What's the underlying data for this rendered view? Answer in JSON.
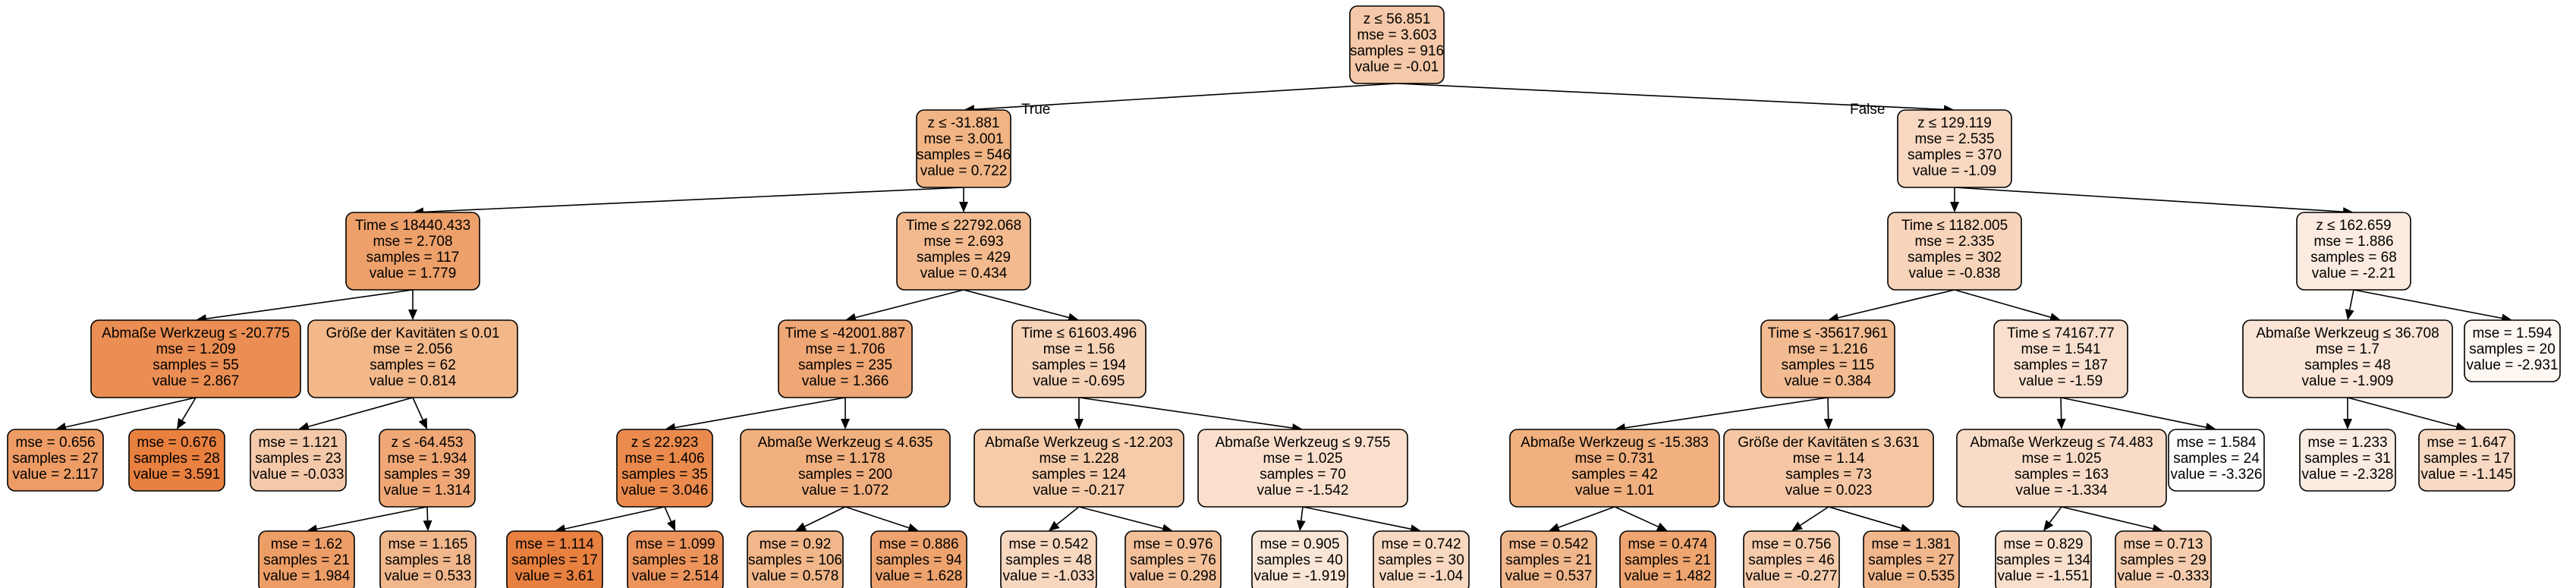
{
  "diagram": {
    "type": "regression-tree",
    "edge_labels": {
      "left": "True",
      "right": "False"
    },
    "nodes": [
      {
        "id": 0,
        "lines": [
          "z ≤ 56.851",
          "mse = 3.603",
          "samples = 916",
          "value = -0.01"
        ],
        "value": -0.01,
        "color": "#f4c8a8"
      },
      {
        "id": 1,
        "lines": [
          "z ≤ -31.881",
          "mse = 3.001",
          "samples = 546",
          "value = 0.722"
        ],
        "value": 0.722,
        "color": "#f1b585"
      },
      {
        "id": 2,
        "lines": [
          "Time ≤ 18440.433",
          "mse = 2.708",
          "samples = 117",
          "value = 1.779"
        ],
        "value": 1.779,
        "color": "#eda06a"
      },
      {
        "id": 3,
        "lines": [
          "Abmaße Werkzeug ≤ -20.775",
          "mse = 1.209",
          "samples = 55",
          "value = 2.867"
        ],
        "value": 2.867,
        "color": "#eb8e53"
      },
      {
        "id": 4,
        "lines": [
          "mse = 0.656",
          "samples = 27",
          "value = 2.117"
        ],
        "value": 2.117,
        "color": "#ee9c65"
      },
      {
        "id": 5,
        "lines": [
          "mse = 0.676",
          "samples = 28",
          "value = 3.591"
        ],
        "value": 3.591,
        "color": "#e88040"
      },
      {
        "id": 6,
        "lines": [
          "Größe der Kavitäten ≤ 0.01",
          "mse = 2.056",
          "samples = 62",
          "value = 0.814"
        ],
        "value": 0.814,
        "color": "#f2b88a"
      },
      {
        "id": 7,
        "lines": [
          "mse = 1.121",
          "samples = 23",
          "value = -0.033"
        ],
        "value": -0.033,
        "color": "#f4c9a9"
      },
      {
        "id": 8,
        "lines": [
          "z ≤ -64.453",
          "mse = 1.934",
          "samples = 39",
          "value = 1.314"
        ],
        "value": 1.314,
        "color": "#efa776"
      },
      {
        "id": 9,
        "lines": [
          "mse = 1.62",
          "samples = 21",
          "value = 1.984"
        ],
        "value": 1.984,
        "color": "#ed9e67"
      },
      {
        "id": 10,
        "lines": [
          "mse = 1.165",
          "samples = 18",
          "value = 0.533"
        ],
        "value": 0.533,
        "color": "#f1b78c"
      },
      {
        "id": 11,
        "lines": [
          "Time ≤ 22792.068",
          "mse = 2.693",
          "samples = 429",
          "value = 0.434"
        ],
        "value": 0.434,
        "color": "#f2ba8e"
      },
      {
        "id": 12,
        "lines": [
          "Time ≤ -42001.887",
          "mse = 1.706",
          "samples = 235",
          "value = 1.366"
        ],
        "value": 1.366,
        "color": "#efa775"
      },
      {
        "id": 13,
        "lines": [
          "z ≤ 22.923",
          "mse = 1.406",
          "samples = 35",
          "value = 3.046"
        ],
        "value": 3.046,
        "color": "#ea8a4c"
      },
      {
        "id": 14,
        "lines": [
          "mse = 1.114",
          "samples = 17",
          "value = 3.61"
        ],
        "value": 3.61,
        "color": "#e8803f"
      },
      {
        "id": 15,
        "lines": [
          "mse = 1.099",
          "samples = 18",
          "value = 2.514"
        ],
        "value": 2.514,
        "color": "#ec945b"
      },
      {
        "id": 16,
        "lines": [
          "Abmaße Werkzeug ≤ 4.635",
          "mse = 1.178",
          "samples = 200",
          "value = 1.072"
        ],
        "value": 1.072,
        "color": "#f0af7e"
      },
      {
        "id": 17,
        "lines": [
          "mse = 0.92",
          "samples = 106",
          "value = 0.578"
        ],
        "value": 0.578,
        "color": "#f1b689"
      },
      {
        "id": 18,
        "lines": [
          "mse = 0.886",
          "samples = 94",
          "value = 1.628"
        ],
        "value": 1.628,
        "color": "#eea36e"
      },
      {
        "id": 19,
        "lines": [
          "Time ≤ 61603.496",
          "mse = 1.56",
          "samples = 194",
          "value = -0.695"
        ],
        "value": -0.695,
        "color": "#f6d2b7"
      },
      {
        "id": 20,
        "lines": [
          "Abmaße Werkzeug ≤ -12.203",
          "mse = 1.228",
          "samples = 124",
          "value = -0.217"
        ],
        "value": -0.217,
        "color": "#f5cba9"
      },
      {
        "id": 21,
        "lines": [
          "mse = 0.542",
          "samples = 48",
          "value = -1.033"
        ],
        "value": -1.033,
        "color": "#f8d7bf"
      },
      {
        "id": 22,
        "lines": [
          "mse = 0.976",
          "samples = 76",
          "value = 0.298"
        ],
        "value": 0.298,
        "color": "#f3c09a"
      },
      {
        "id": 23,
        "lines": [
          "Abmaße Werkzeug ≤ 9.755",
          "mse = 1.025",
          "samples = 70",
          "value = -1.542"
        ],
        "value": -1.542,
        "color": "#f9dfcc"
      },
      {
        "id": 24,
        "lines": [
          "mse = 0.905",
          "samples = 40",
          "value = -1.919"
        ],
        "value": -1.919,
        "color": "#fae6d7"
      },
      {
        "id": 25,
        "lines": [
          "mse = 0.742",
          "samples = 30",
          "value = -1.04"
        ],
        "value": -1.04,
        "color": "#f8d8c0"
      },
      {
        "id": 26,
        "lines": [
          "z ≤ 129.119",
          "mse = 2.535",
          "samples = 370",
          "value = -1.09"
        ],
        "value": -1.09,
        "color": "#f8d8c1"
      },
      {
        "id": 27,
        "lines": [
          "Time ≤ 1182.005",
          "mse = 2.335",
          "samples = 302",
          "value = -0.838"
        ],
        "value": -0.838,
        "color": "#f7d4ba"
      },
      {
        "id": 28,
        "lines": [
          "Time ≤ -35617.961",
          "mse = 1.216",
          "samples = 115",
          "value = 0.384"
        ],
        "value": 0.384,
        "color": "#f2bb91"
      },
      {
        "id": 29,
        "lines": [
          "Abmaße Werkzeug ≤ -15.383",
          "mse = 0.731",
          "samples = 42",
          "value = 1.01"
        ],
        "value": 1.01,
        "color": "#f0b07f"
      },
      {
        "id": 30,
        "lines": [
          "mse = 0.542",
          "samples = 21",
          "value = 0.537"
        ],
        "value": 0.537,
        "color": "#f1b78c"
      },
      {
        "id": 31,
        "lines": [
          "mse = 0.474",
          "samples = 21",
          "value = 1.482"
        ],
        "value": 1.482,
        "color": "#eea570"
      },
      {
        "id": 32,
        "lines": [
          "Größe der Kavitäten ≤ 3.631",
          "mse = 1.14",
          "samples = 73",
          "value = 0.023"
        ],
        "value": 0.023,
        "color": "#f4c6a3"
      },
      {
        "id": 33,
        "lines": [
          "mse = 0.756",
          "samples = 46",
          "value = -0.277"
        ],
        "value": -0.277,
        "color": "#f5cbab"
      },
      {
        "id": 34,
        "lines": [
          "mse = 1.381",
          "samples = 27",
          "value = 0.535"
        ],
        "value": 0.535,
        "color": "#f1b78c"
      },
      {
        "id": 35,
        "lines": [
          "Time ≤ 74167.77",
          "mse = 1.541",
          "samples = 187",
          "value = -1.59"
        ],
        "value": -1.59,
        "color": "#f9e0ce"
      },
      {
        "id": 36,
        "lines": [
          "Abmaße Werkzeug ≤ 74.483",
          "mse = 1.025",
          "samples = 163",
          "value = -1.334"
        ],
        "value": -1.334,
        "color": "#f9dcc7"
      },
      {
        "id": 37,
        "lines": [
          "mse = 0.829",
          "samples = 134",
          "value = -1.551"
        ],
        "value": -1.551,
        "color": "#f9e0cd"
      },
      {
        "id": 38,
        "lines": [
          "mse = 0.713",
          "samples = 29",
          "value = -0.333"
        ],
        "value": -0.333,
        "color": "#f5ccad"
      },
      {
        "id": 39,
        "lines": [
          "mse = 1.584",
          "samples = 24",
          "value = -3.326"
        ],
        "value": -3.326,
        "color": "#fffdfb"
      },
      {
        "id": 40,
        "lines": [
          "z ≤ 162.659",
          "mse = 1.886",
          "samples = 68",
          "value = -2.21"
        ],
        "value": -2.21,
        "color": "#fbebe0"
      },
      {
        "id": 41,
        "lines": [
          "Abmaße Werkzeug ≤ 36.708",
          "mse = 1.7",
          "samples = 48",
          "value = -1.909"
        ],
        "value": -1.909,
        "color": "#fae5d6"
      },
      {
        "id": 42,
        "lines": [
          "mse = 1.233",
          "samples = 31",
          "value = -2.328"
        ],
        "value": -2.328,
        "color": "#fbece2"
      },
      {
        "id": 43,
        "lines": [
          "mse = 1.647",
          "samples = 17",
          "value = -1.145"
        ],
        "value": -1.145,
        "color": "#f8d9c3"
      },
      {
        "id": 44,
        "lines": [
          "mse = 1.594",
          "samples = 20",
          "value = -2.931"
        ],
        "value": -2.931,
        "color": "#fef7f2"
      }
    ],
    "edges": [
      [
        0,
        1
      ],
      [
        0,
        26
      ],
      [
        1,
        2
      ],
      [
        1,
        11
      ],
      [
        2,
        3
      ],
      [
        2,
        6
      ],
      [
        3,
        4
      ],
      [
        3,
        5
      ],
      [
        6,
        7
      ],
      [
        6,
        8
      ],
      [
        8,
        9
      ],
      [
        8,
        10
      ],
      [
        11,
        12
      ],
      [
        11,
        19
      ],
      [
        12,
        13
      ],
      [
        12,
        16
      ],
      [
        13,
        14
      ],
      [
        13,
        15
      ],
      [
        16,
        17
      ],
      [
        16,
        18
      ],
      [
        19,
        20
      ],
      [
        19,
        23
      ],
      [
        20,
        21
      ],
      [
        20,
        22
      ],
      [
        23,
        24
      ],
      [
        23,
        25
      ],
      [
        26,
        27
      ],
      [
        26,
        40
      ],
      [
        27,
        28
      ],
      [
        27,
        35
      ],
      [
        28,
        29
      ],
      [
        28,
        32
      ],
      [
        29,
        30
      ],
      [
        29,
        31
      ],
      [
        32,
        33
      ],
      [
        32,
        34
      ],
      [
        35,
        36
      ],
      [
        35,
        39
      ],
      [
        36,
        37
      ],
      [
        36,
        38
      ],
      [
        40,
        41
      ],
      [
        40,
        44
      ],
      [
        41,
        42
      ],
      [
        41,
        43
      ]
    ]
  }
}
